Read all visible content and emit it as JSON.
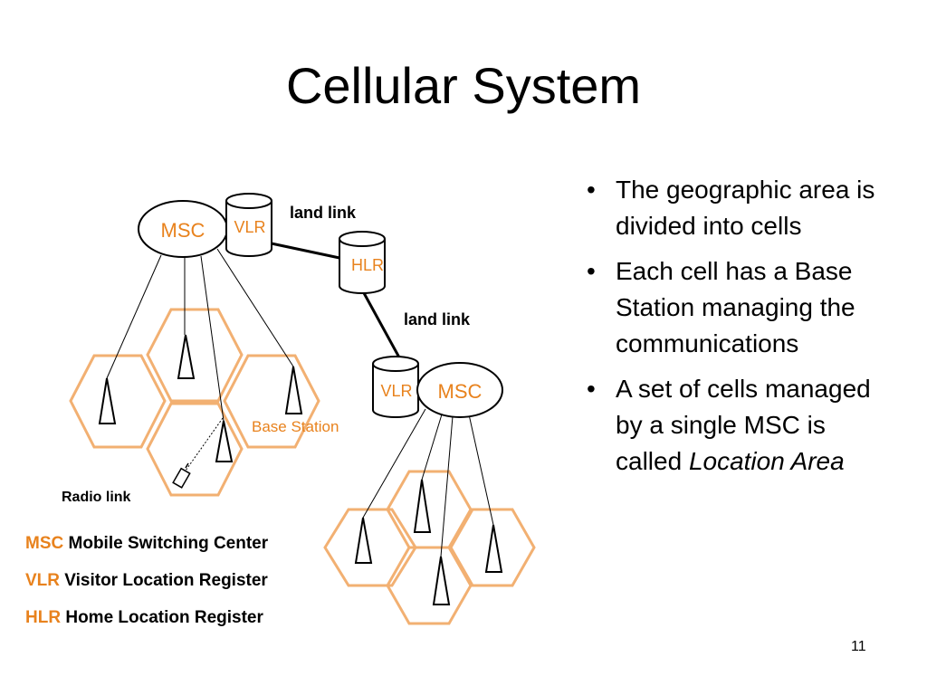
{
  "slide": {
    "title": "Cellular System",
    "page_number": "11"
  },
  "diagram": {
    "msc_top_label": "MSC",
    "vlr_top_label": "VLR",
    "hlr_label": "HLR",
    "msc_bottom_label": "MSC",
    "vlr_bottom_label": "VLR",
    "land_link_top": "land link",
    "land_link_bottom": "land link",
    "base_station": "Base Station",
    "radio_link": "Radio link"
  },
  "legend": [
    {
      "abbr": "MSC",
      "text": "Mobile Switching Center"
    },
    {
      "abbr": "VLR",
      "text": "Visitor Location Register"
    },
    {
      "abbr": "HLR",
      "text": "Home Location Register"
    }
  ],
  "bullets": [
    {
      "text": "The geographic area is divided into cells"
    },
    {
      "text": "Each cell has a Base Station managing the communications"
    },
    {
      "prefix": "A set of cells managed by a single MSC is called ",
      "emph": "Location Area"
    }
  ],
  "colors": {
    "accent": "#e8821d",
    "cell_stroke": "#f2b072",
    "ink": "#000000"
  }
}
